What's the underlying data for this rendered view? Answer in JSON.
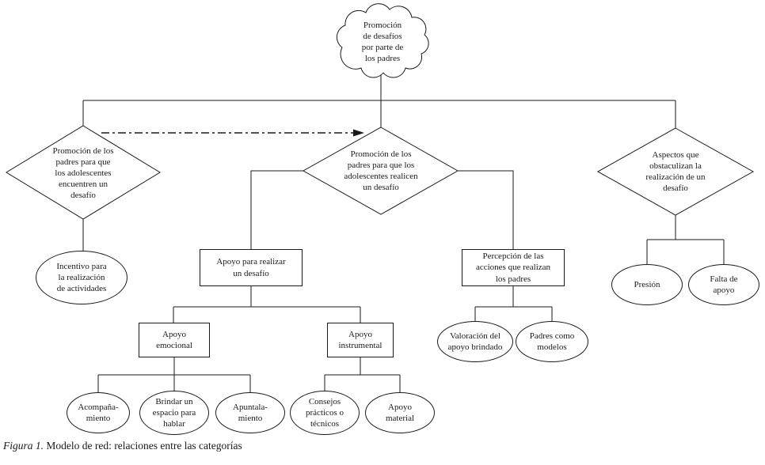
{
  "figure": {
    "caption_label": "Figura 1.",
    "caption_text": " Modelo de red: relaciones entre las categorías"
  },
  "colors": {
    "line": "#1a1a1a",
    "text": "#1a1a1a",
    "background": "#ffffff"
  },
  "nodes": {
    "cloud": {
      "label": "Promoción\nde desafíos\npor parte de\nlos padres"
    },
    "diamond_find": {
      "label": "Promoción de los\npadres para que\nlos adolescentes\nencuentren un\ndesafío"
    },
    "diamond_do": {
      "label": "Promoción de los\npadres para que los\nadolescentes realicen\nun desafío"
    },
    "diamond_obstacles": {
      "label": "Aspectos que\nobstaculizan la\nrealización de un\ndesafío"
    },
    "incentive": {
      "label": "Incentivo para\nla realización\nde actividades"
    },
    "support": {
      "label": "Apoyo para realizar\nun desafío"
    },
    "perception": {
      "label": "Percepción de las\nacciones que realizan\nlos padres"
    },
    "emotional": {
      "label": "Apoyo\nemocional"
    },
    "instrumental": {
      "label": "Apoyo\ninstrumental"
    },
    "valuation": {
      "label": "Valoración del\napoyo brindado"
    },
    "models": {
      "label": "Padres como\nmodelos"
    },
    "accompaniment": {
      "label": "Acompaña-\nmiento"
    },
    "space_to_talk": {
      "label": "Brindar un\nespacio para\nhablar"
    },
    "underpinning": {
      "label": "Apuntala-\nmiento"
    },
    "advice": {
      "label": "Consejos\nprácticos o\ntécnicos"
    },
    "material": {
      "label": "Apoyo\nmaterial"
    },
    "pressure": {
      "label": "Presión"
    },
    "lack_of_support": {
      "label": "Falta de\napoyo"
    }
  }
}
